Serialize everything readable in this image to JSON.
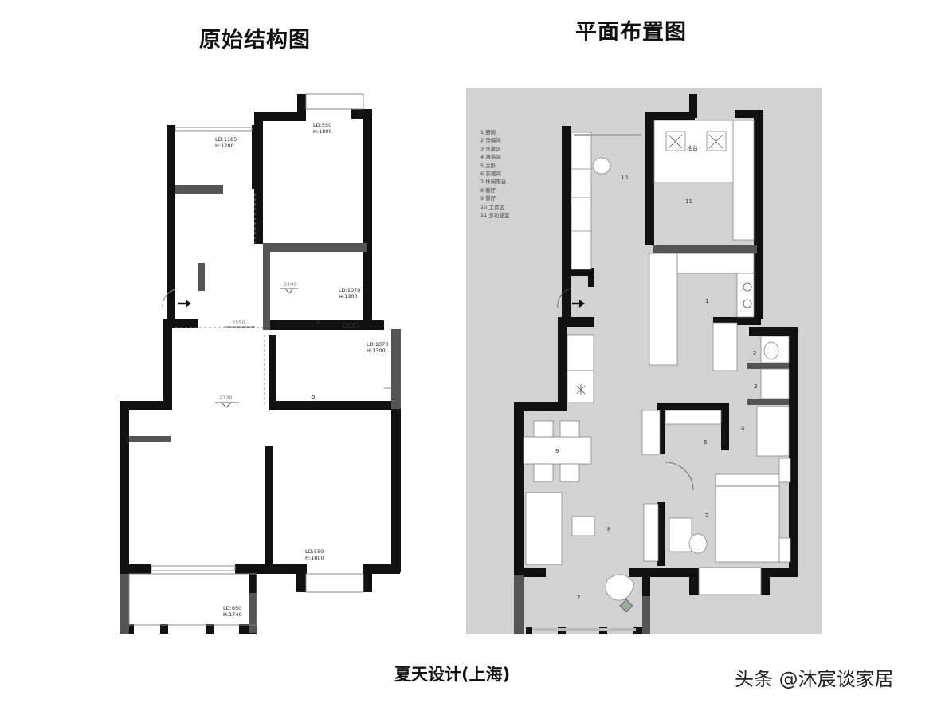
{
  "titles": {
    "left": "原始结构图",
    "right": "平面布置图"
  },
  "caption": "夏天设计(上海)",
  "watermark": "头条 @沐宸谈家居",
  "original_plan": {
    "window_tags": [
      {
        "ld": "LD:1185",
        "h": "H:1200"
      },
      {
        "ld": "LD:550",
        "h": "H:1800"
      },
      {
        "ld": "LD:1070",
        "h": "H:1300"
      },
      {
        "ld": "LD:1070",
        "h": "H:1300"
      },
      {
        "ld": "LD:550",
        "h": "H:1800"
      },
      {
        "ld": "LD:650",
        "h": "H:1740"
      }
    ],
    "dimensions": [
      "2400",
      "2550",
      "2730"
    ]
  },
  "layout_plan": {
    "legend": [
      "1 厨房",
      "2 马桶间",
      "3 洗漱区",
      "4 淋浴间",
      "5 主卧",
      "6 衣帽间",
      "7 休闲阳台",
      "8 客厅",
      "9 餐厅",
      "10 工作区",
      "11 多功能室"
    ],
    "room_numbers": [
      "1",
      "2",
      "3",
      "4",
      "5",
      "6",
      "7",
      "8",
      "9",
      "10",
      "11"
    ],
    "labels": {
      "tatami": "地台"
    }
  },
  "colors": {
    "wall": "#111111",
    "wall_grey": "#555555",
    "plan_background": "#d2d2d2",
    "furniture": "#ffffff"
  }
}
